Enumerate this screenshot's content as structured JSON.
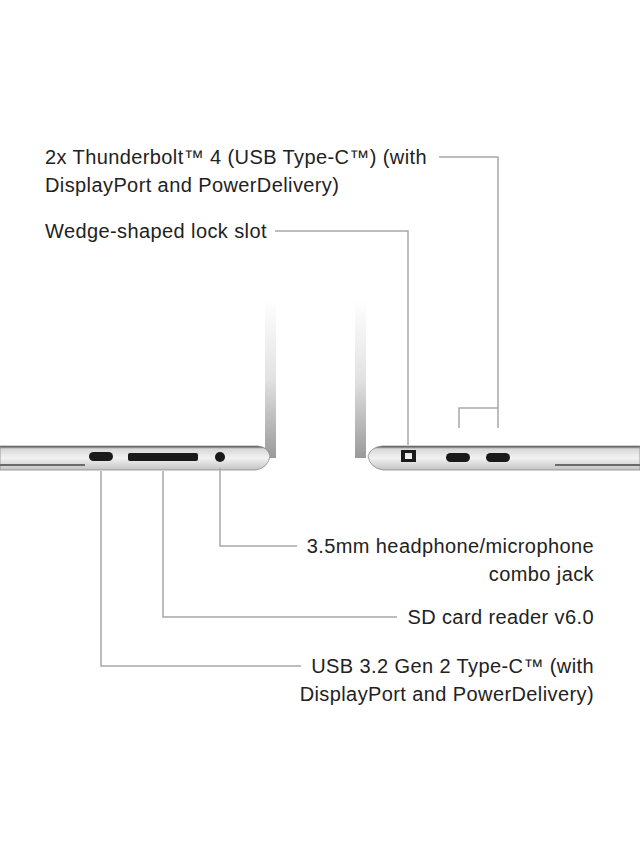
{
  "diagram": {
    "labels": [
      "2x Thunderbolt™ 4 (USB Type-C™) (with DisplayPort and PowerDelivery)",
      "Wedge-shaped lock slot",
      "3.5mm headphone/microphone combo jack",
      "SD card reader v6.0",
      "USB 3.2 Gen 2 Type-C™ (with DisplayPort and PowerDelivery)"
    ]
  }
}
